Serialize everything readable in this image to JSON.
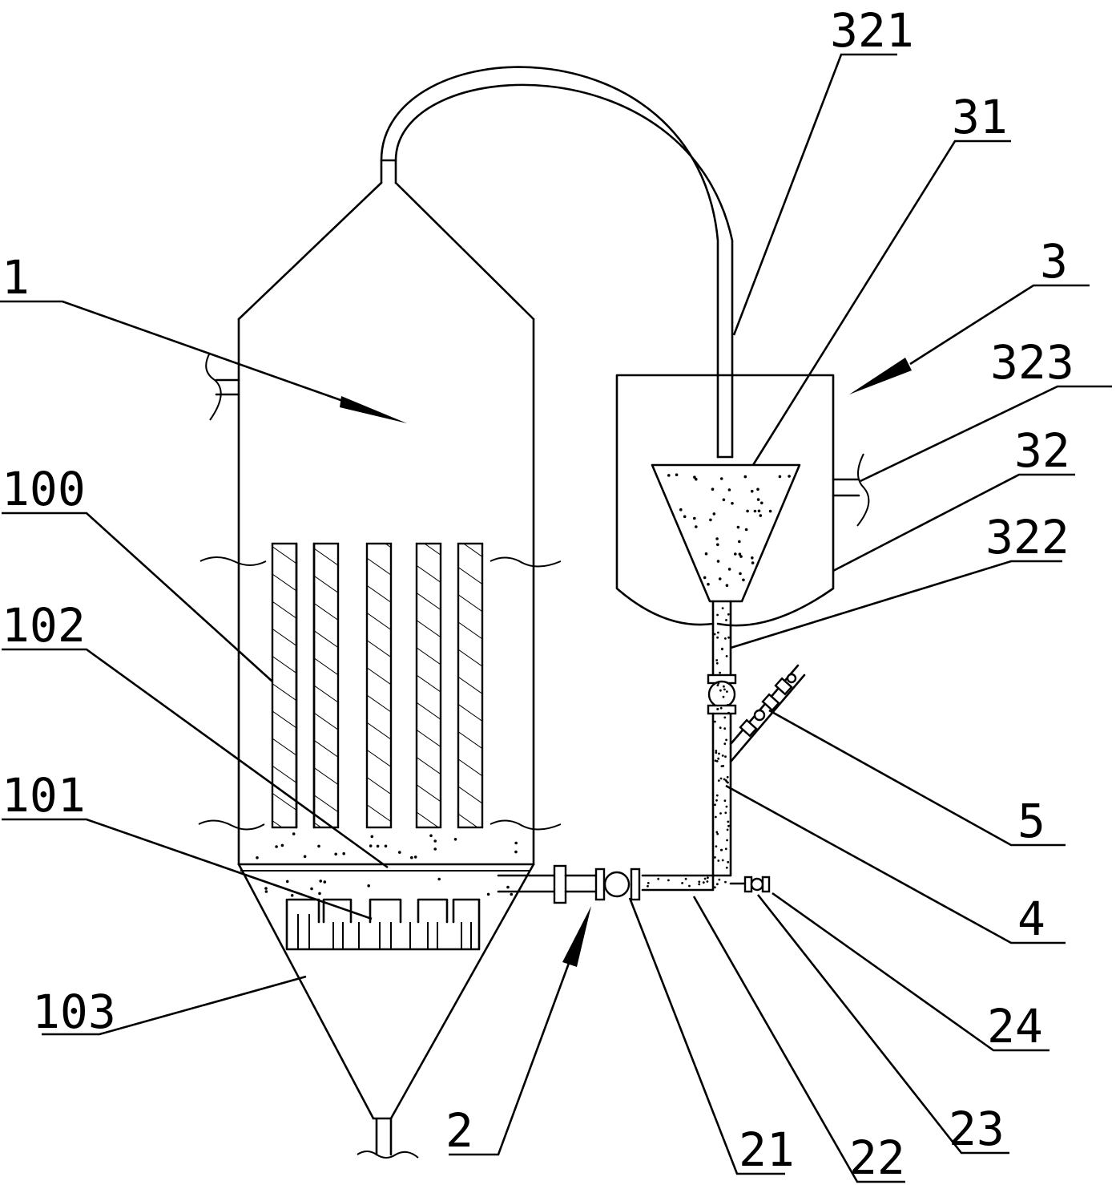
{
  "labels": {
    "l1": "1",
    "l100": "100",
    "l102": "102",
    "l101": "101",
    "l103": "103",
    "l2": "2",
    "l21": "21",
    "l22": "22",
    "l23": "23",
    "l24": "24",
    "l4": "4",
    "l5": "5",
    "l3": "3",
    "l31": "31",
    "l32": "32",
    "l321": "321",
    "l322": "322",
    "l323": "323"
  },
  "colors": {
    "line": "#000000",
    "background": "#ffffff"
  }
}
